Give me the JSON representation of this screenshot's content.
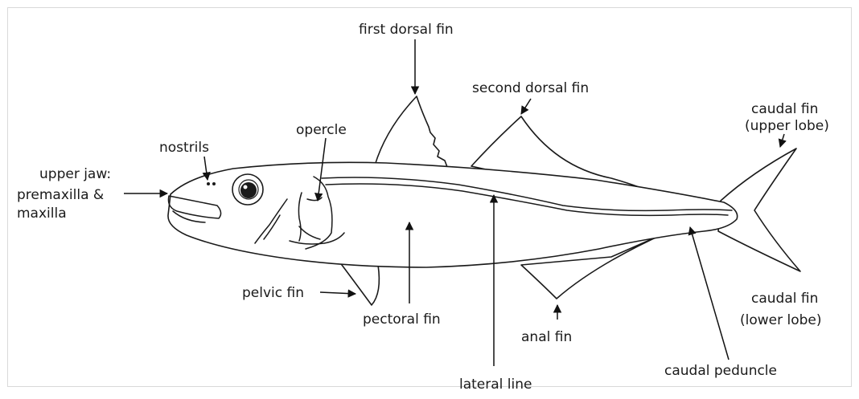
{
  "diagram": {
    "labels": {
      "first_dorsal_fin": "first dorsal fin",
      "second_dorsal_fin": "second dorsal fin",
      "caudal_fin_upper_1": "caudal fin",
      "caudal_fin_upper_2": "(upper lobe)",
      "nostrils": "nostrils",
      "opercle": "opercle",
      "upper_jaw_1": "upper jaw:",
      "upper_jaw_2": "premaxilla &",
      "upper_jaw_3": "maxilla",
      "pelvic_fin": "pelvic fin",
      "pectoral_fin": "pectoral fin",
      "anal_fin": "anal fin",
      "lateral_line": "lateral line",
      "caudal_peduncle": "caudal peduncle",
      "caudal_fin_lower_1": "caudal fin",
      "caudal_fin_lower_2": "(lower lobe)"
    },
    "colors": {
      "ink": "#1a1a1a",
      "background": "#ffffff",
      "frame": "#d9d9d9"
    }
  }
}
